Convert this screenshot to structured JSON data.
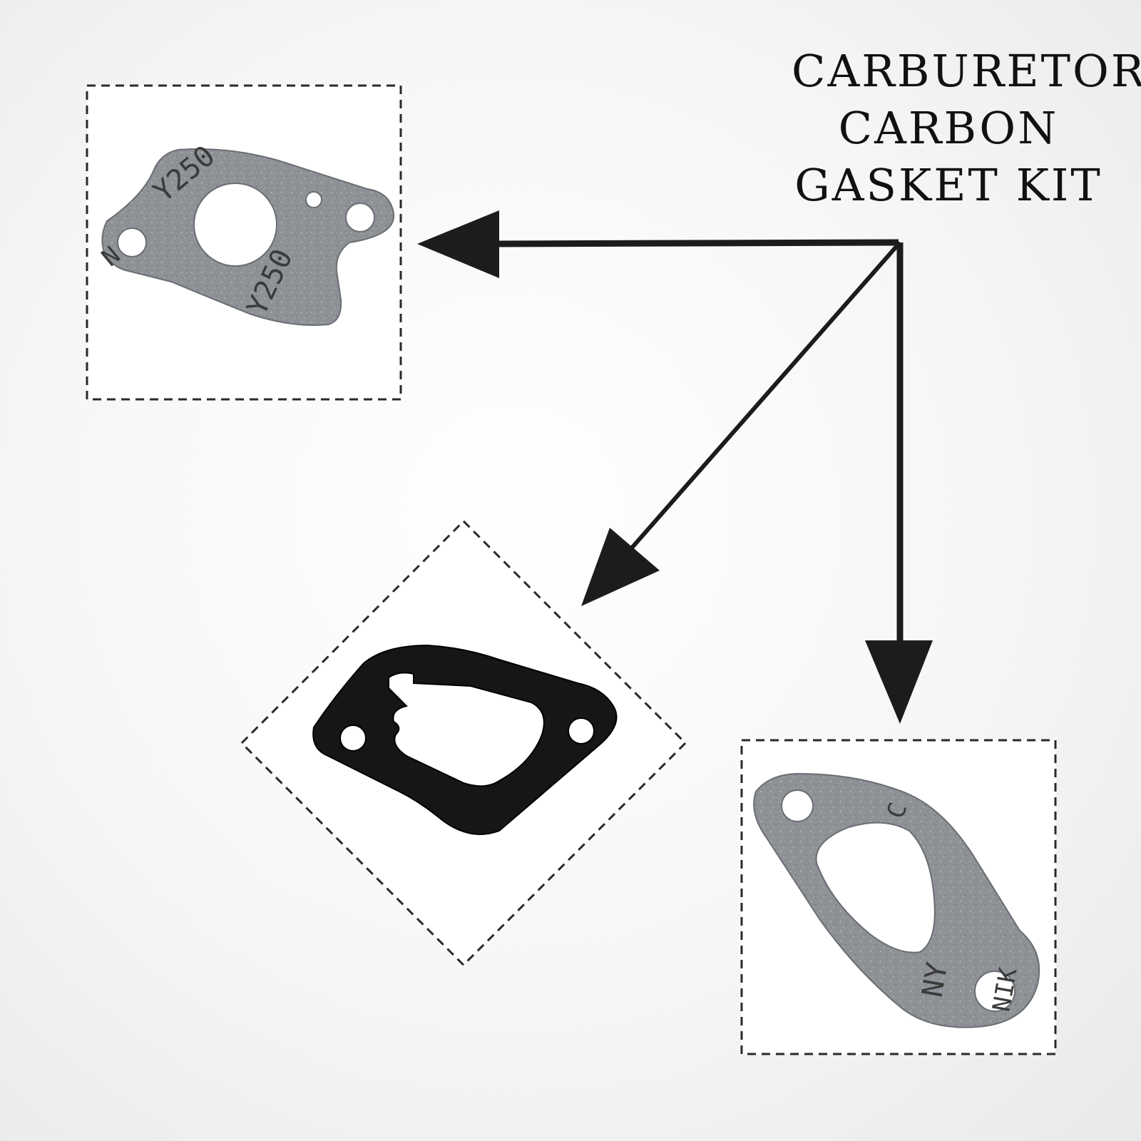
{
  "title": {
    "lines": [
      "CARBURETOR",
      "CARBON",
      "GASKET KIT"
    ]
  },
  "gaskets": [
    {
      "name": "gasket-top-left",
      "material": "grey-fiber",
      "markings": [
        "Y250",
        "Y250",
        "N"
      ]
    },
    {
      "name": "gasket-middle",
      "material": "black-rubber",
      "markings": []
    },
    {
      "name": "gasket-bottom-right",
      "material": "grey-fiber",
      "markings": [
        "C",
        "NY",
        "NIK"
      ]
    }
  ],
  "colors": {
    "arrow": "#1c1c1c",
    "grey_gasket": "#8e9196",
    "black_gasket": "#161616",
    "dashed_border": "#2a2a2a",
    "frame_fill": "#ffffff"
  }
}
